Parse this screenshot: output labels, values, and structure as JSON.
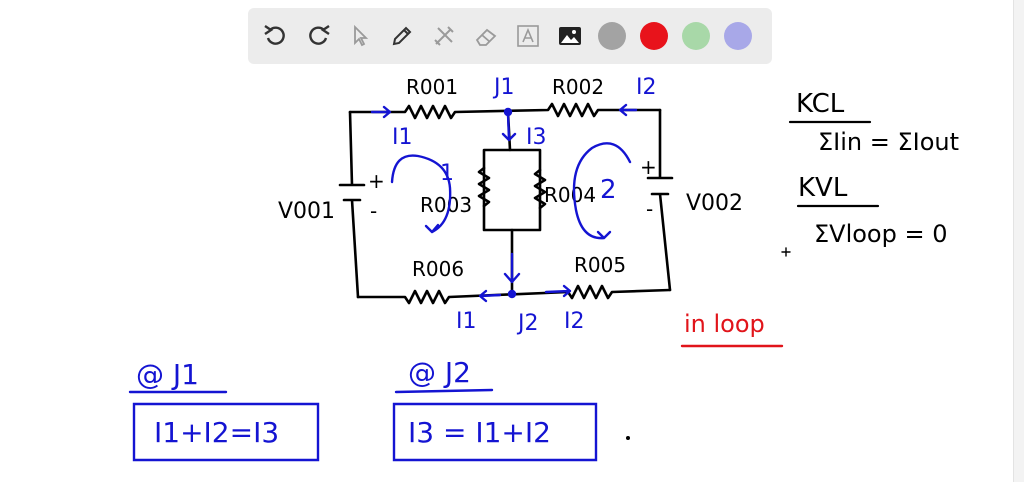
{
  "toolbar": {
    "tools": [
      {
        "name": "undo-icon",
        "enabled": true
      },
      {
        "name": "redo-icon",
        "enabled": true
      },
      {
        "name": "pointer-icon",
        "enabled": false
      },
      {
        "name": "pen-icon",
        "enabled": true
      },
      {
        "name": "tools-icon",
        "enabled": false
      },
      {
        "name": "eraser-icon",
        "enabled": false
      },
      {
        "name": "text-icon",
        "enabled": false
      },
      {
        "name": "image-icon",
        "enabled": true
      }
    ],
    "colors": [
      "#a3a3a3",
      "#e8131b",
      "#a8d8a8",
      "#a8a8e8"
    ]
  },
  "colors": {
    "ink": "#000000",
    "blue": "#1414d2",
    "red": "#e1141a"
  },
  "board": {
    "labels": {
      "r001": "R001",
      "r002": "R002",
      "r003": "R003",
      "r004": "R004",
      "r005": "R005",
      "r006": "R006",
      "v001": "V001",
      "v002": "V002",
      "j1": "J1",
      "j2": "J2",
      "i1_top": "I1",
      "i2_top": "I2",
      "i3": "I3",
      "i1_bot": "I1",
      "i2_bot": "I2",
      "loop1": "1",
      "loop2": "2",
      "plus_left": "+",
      "minus_left": "-",
      "plus_right": "+",
      "minus_right": "-"
    },
    "notes": {
      "kcl_title": "KCL",
      "kcl_eq": "ΣIin = ΣIout",
      "kvl_title": "KVL",
      "kvl_eq": "ΣVloop = 0",
      "red_note": "in loop",
      "at_j1": "@ J1",
      "eq_j1": "I1+I2=I3",
      "at_j2": "@ J2",
      "eq_j2": "I3 = I1+I2"
    }
  }
}
